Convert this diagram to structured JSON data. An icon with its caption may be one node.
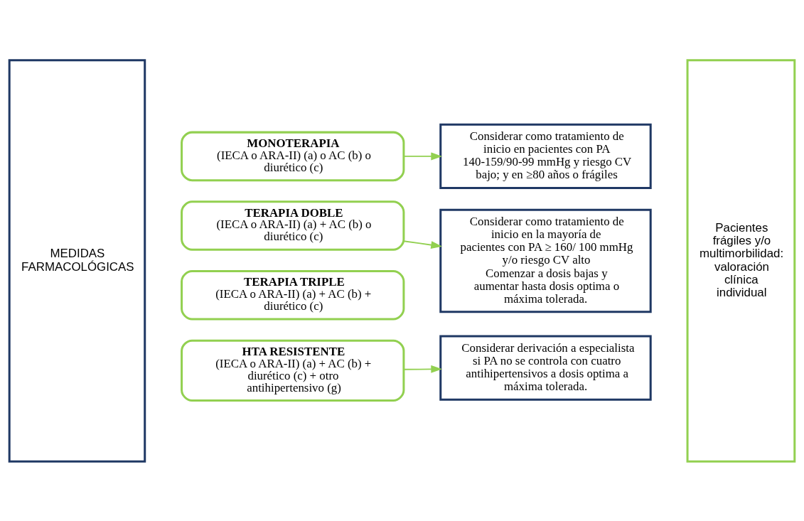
{
  "diagram": {
    "nodes": [
      {
        "text": [
          "MEDIDAS FARMACOLÓGICAS"
        ]
      },
      {
        "text": [
          "MONOTERAPIA",
          "(IECA o ARA-II) (a) o AC (b) o diurético (c)"
        ]
      },
      {
        "text": [
          "Considerar como tratamiento de inicio en pacientes con PA 140-159/90-99 mmHg y riesgo CV bajo; y en ≥80 años o frágiles"
        ]
      },
      {
        "text": [
          "TERAPIA DOBLE",
          "(IECA o ARA-II) (a) + AC (b) o diurético (c)"
        ]
      },
      {
        "text": [
          "Considerar como tratamiento de inicio en la mayoría de pacientes con PA ≥ 160/ 100 mmHg y/o riesgo CV alto",
          "Comenzar a dosis bajas y aumentar hasta dosis optima o máxima tolerada."
        ]
      },
      {
        "text": [
          "TERAPIA TRIPLE",
          "(IECA o ARA-II) (a) + AC (b) + diurético (c)"
        ]
      },
      {
        "text": [
          "HTA RESISTENTE",
          "(IECA o ARA-II) (a) + AC (b) + diurético (c) + otro antihipertensivo (g)"
        ]
      },
      {
        "text": [
          "Considerar derivación a especialista si PA no se controla con cuatro antihipertensivos a dosis optima a máxima tolerada."
        ]
      },
      {
        "text": [
          "Pacientes frágiles y/o multimorbilidad: valoración clínica individual"
        ]
      }
    ],
    "edges": [
      {
        "from": 1,
        "to": 2,
        "arrow": "to"
      },
      {
        "from": 3,
        "to": 4,
        "arrow": "to"
      },
      {
        "from": 6,
        "to": 7,
        "arrow": "to"
      }
    ]
  }
}
